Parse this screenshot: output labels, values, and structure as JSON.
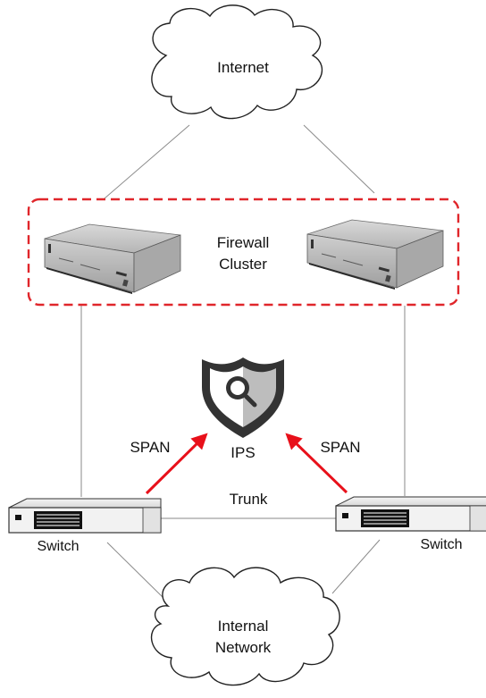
{
  "nodes": {
    "internet": {
      "label": "Internet"
    },
    "firewall_cluster": {
      "label_line1": "Firewall",
      "label_line2": "Cluster"
    },
    "ips": {
      "label": "IPS"
    },
    "switch_left": {
      "label": "Switch"
    },
    "switch_right": {
      "label": "Switch"
    },
    "internal_network": {
      "label_line1": "Internal",
      "label_line2": "Network"
    }
  },
  "links": {
    "trunk": {
      "label": "Trunk"
    },
    "span_left": {
      "label": "SPAN"
    },
    "span_right": {
      "label": "SPAN"
    }
  },
  "colors": {
    "cluster_border": "#e0262b",
    "span_arrow": "#e8101a",
    "shield": "#333333"
  }
}
